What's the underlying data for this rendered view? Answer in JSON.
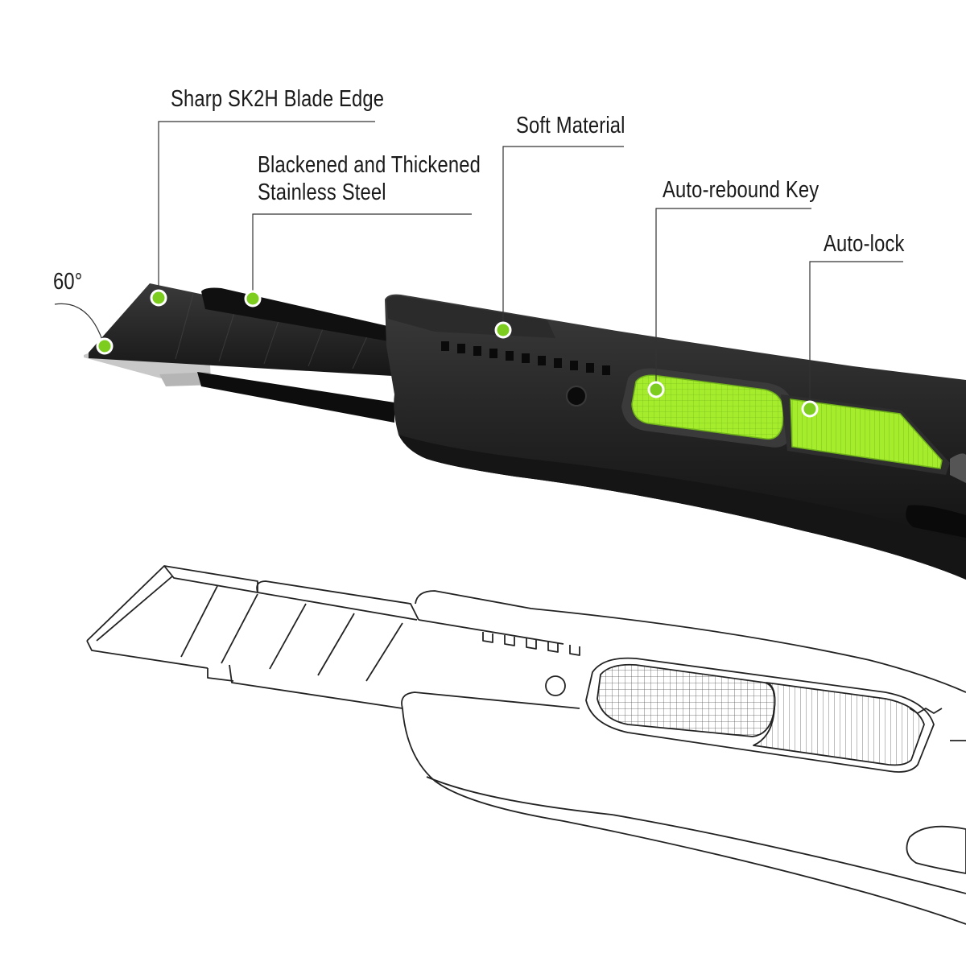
{
  "callouts": {
    "sharp_edge": "Sharp SK2H Blade Edge",
    "blackened_line1": "Blackened and Thickened",
    "blackened_line2": "Stainless Steel",
    "soft_material": "Soft Material",
    "auto_rebound": "Auto-rebound Key",
    "auto_lock": "Auto-lock",
    "blade_angle": "60°"
  },
  "colors": {
    "accent_green": "#9be32a",
    "marker_green": "#7ccd1e",
    "body_black": "#1c1c1c",
    "line_gray": "#333333"
  }
}
